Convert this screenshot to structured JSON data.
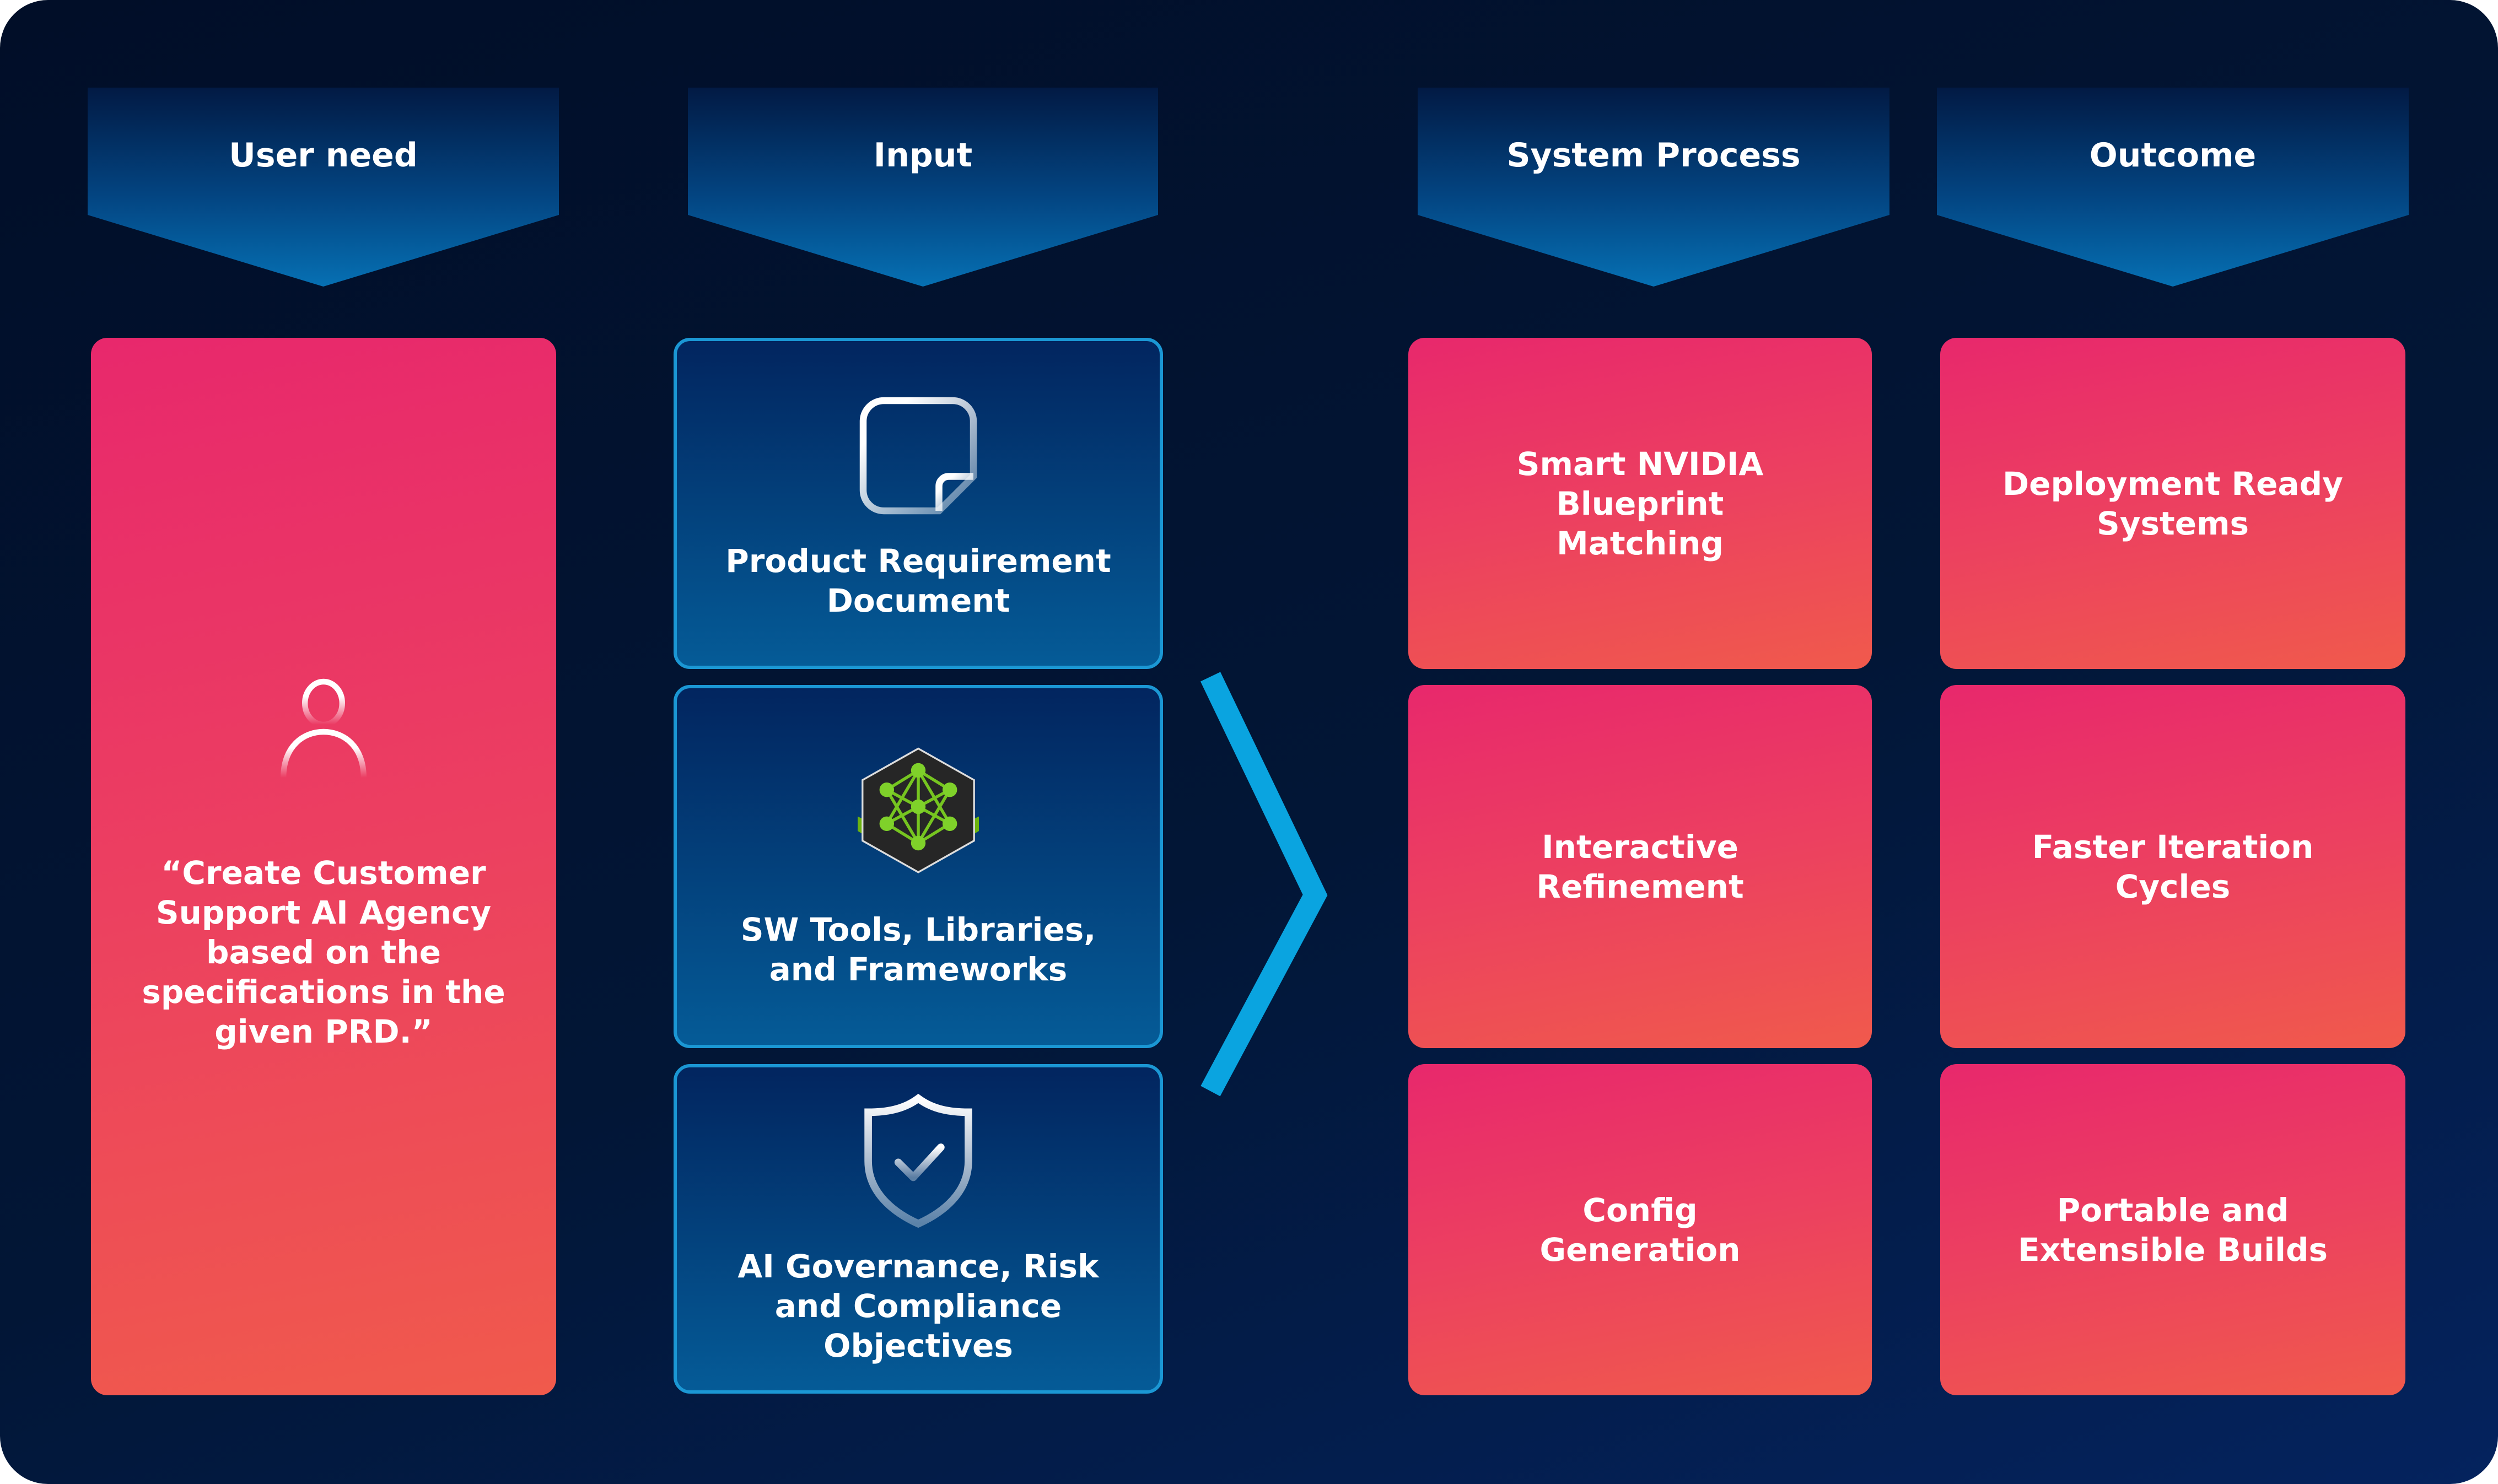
{
  "columns": [
    {
      "title": "User need"
    },
    {
      "title": "Input"
    },
    {
      "title": "System Process"
    },
    {
      "title": "Outcome"
    }
  ],
  "user_need": {
    "icon": "user-icon",
    "quote": "“Create Customer Support AI Agency based on the specifications in the given PRD.”"
  },
  "inputs": [
    {
      "icon": "document-icon",
      "label": "Product Requirement Document"
    },
    {
      "icon": "neural-network-cube-icon",
      "label": "SW Tools, Libraries, and Frameworks"
    },
    {
      "icon": "shield-check-icon",
      "label": "AI Governance, Risk and Compliance Objectives"
    }
  ],
  "system_process": [
    {
      "label": "Smart NVIDIA Blueprint Matching"
    },
    {
      "label": "Interactive Refinement"
    },
    {
      "label": "Config Generation"
    }
  ],
  "outcomes": [
    {
      "label": "Deployment Ready Systems"
    },
    {
      "label": "Faster Iteration Cycles"
    },
    {
      "label": "Portable and Extensible Builds"
    }
  ],
  "colors": {
    "background": "#021636",
    "card_pink_top": "#e8286c",
    "card_pink_bottom": "#f05a4c",
    "card_blue_border": "#1b97d4",
    "arrow": "#0aa4e0",
    "nvidia_green": "#76b900"
  }
}
